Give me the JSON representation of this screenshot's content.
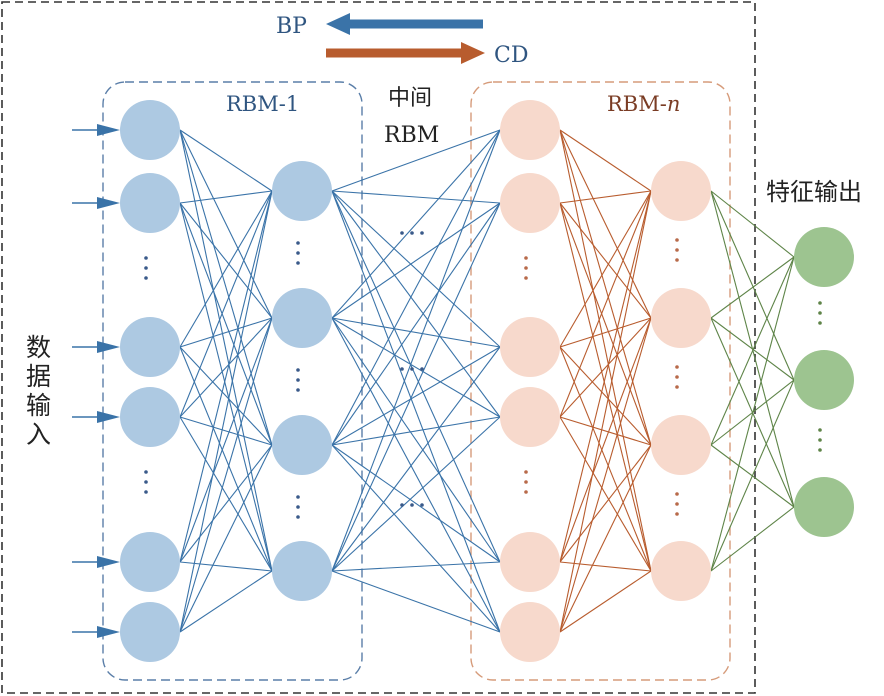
{
  "legend": {
    "bp_label": "BP",
    "cd_label": "CD"
  },
  "labels": {
    "rbm1": "RBM-1",
    "rbmn_prefix": "RBM-",
    "rbmn_suffix": "n",
    "middle_line1": "中间",
    "middle_line2": "RBM",
    "input_chars": [
      "数",
      "据",
      "输",
      "入"
    ],
    "output": "特征输出",
    "ellipsis_v": "⋮",
    "ellipsis_h": "···"
  },
  "colors": {
    "frame": "#333333",
    "blue_dark": "#3a73a8",
    "blue_text": "#2f5580",
    "blue_node": "#adc9e2",
    "blue_box": "#5a7ea8",
    "orange_dark": "#b85c2e",
    "orange_text": "#7a3c24",
    "orange_node": "#f7d9cc",
    "orange_box": "#d69b7a",
    "green_line": "#5e8448",
    "green_node": "#9dc490",
    "dot_blue": "#3a5a8a",
    "dot_orange": "#b86a4a",
    "dot_green": "#5e8448"
  },
  "network": {
    "input_nodes": 6,
    "hidden1_nodes": 4,
    "visible_n_nodes": 6,
    "hidden_n_nodes": 4,
    "output_nodes": 3
  }
}
